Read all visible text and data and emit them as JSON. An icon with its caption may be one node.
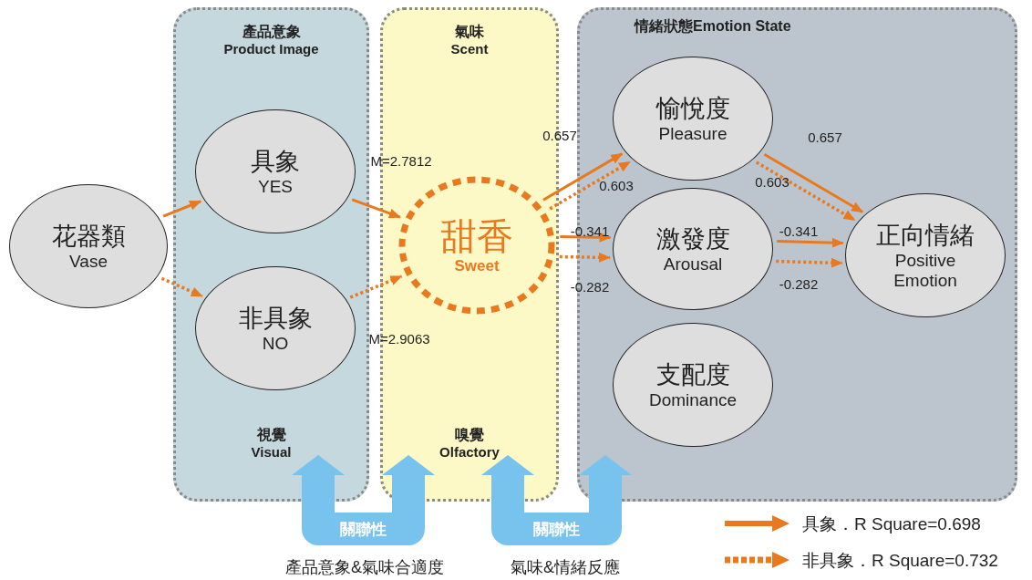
{
  "diagram": {
    "nodes": [
      {
        "text": [
          "產品意象",
          "Product Image",
          "視覺",
          "Visual"
        ]
      },
      {
        "text": [
          "氣味",
          "Scent",
          "嗅覺",
          "Olfactory"
        ]
      },
      {
        "text": [
          "情緒狀態Emotion State"
        ]
      },
      {
        "text": [
          "花器類",
          "Vase"
        ]
      },
      {
        "text": [
          "具象",
          "YES"
        ],
        "in": 0
      },
      {
        "text": [
          "非具象",
          "NO"
        ],
        "in": 0
      },
      {
        "text": [
          "甜香",
          "Sweet"
        ],
        "in": 1
      },
      {
        "text": [
          "愉悅度",
          "Pleasure"
        ],
        "in": 2
      },
      {
        "text": [
          "激發度",
          "Arousal"
        ],
        "in": 2
      },
      {
        "text": [
          "支配度",
          "Dominance"
        ],
        "in": 2
      },
      {
        "text": [
          "正向情緒",
          "Positive Emotion"
        ],
        "in": 2
      }
    ],
    "edges": [
      {
        "from": 3,
        "to": 4,
        "arrow": "to"
      },
      {
        "from": 3,
        "to": 5,
        "arrow": "to",
        "style": "dashed"
      },
      {
        "from": 4,
        "to": 6,
        "arrow": "to",
        "label": "M=2.7812"
      },
      {
        "from": 5,
        "to": 6,
        "arrow": "to",
        "style": "dashed",
        "label": "M=2.9063"
      },
      {
        "from": 6,
        "to": 7,
        "arrow": "to",
        "label": "0.657"
      },
      {
        "from": 6,
        "to": 7,
        "arrow": "to",
        "style": "dashed",
        "label": "0.603"
      },
      {
        "from": 6,
        "to": 8,
        "arrow": "to",
        "label": "-0.341"
      },
      {
        "from": 6,
        "to": 8,
        "arrow": "to",
        "style": "dashed",
        "label": "-0.282"
      },
      {
        "from": 7,
        "to": 10,
        "arrow": "to",
        "label": "0.657"
      },
      {
        "from": 7,
        "to": 10,
        "arrow": "to",
        "style": "dashed",
        "label": "0.603"
      },
      {
        "from": 8,
        "to": 10,
        "arrow": "to",
        "label": "-0.341"
      },
      {
        "from": 8,
        "to": 10,
        "arrow": "to",
        "style": "dashed",
        "label": "-0.282"
      },
      {
        "from": 0,
        "to": 1,
        "arrow": "both",
        "style": "thick",
        "color": "#77c3ee",
        "label": "關聯性"
      },
      {
        "from": 1,
        "to": 2,
        "arrow": "both",
        "style": "thick",
        "color": "#77c3ee",
        "label": "關聯性"
      }
    ],
    "labels": [
      "產品意象&氣味合適度",
      "氣味&情緒反應"
    ],
    "legend": [
      {
        "text": "具象．R Square=0.698"
      },
      {
        "text": "非具象．R Square=0.732"
      }
    ]
  }
}
